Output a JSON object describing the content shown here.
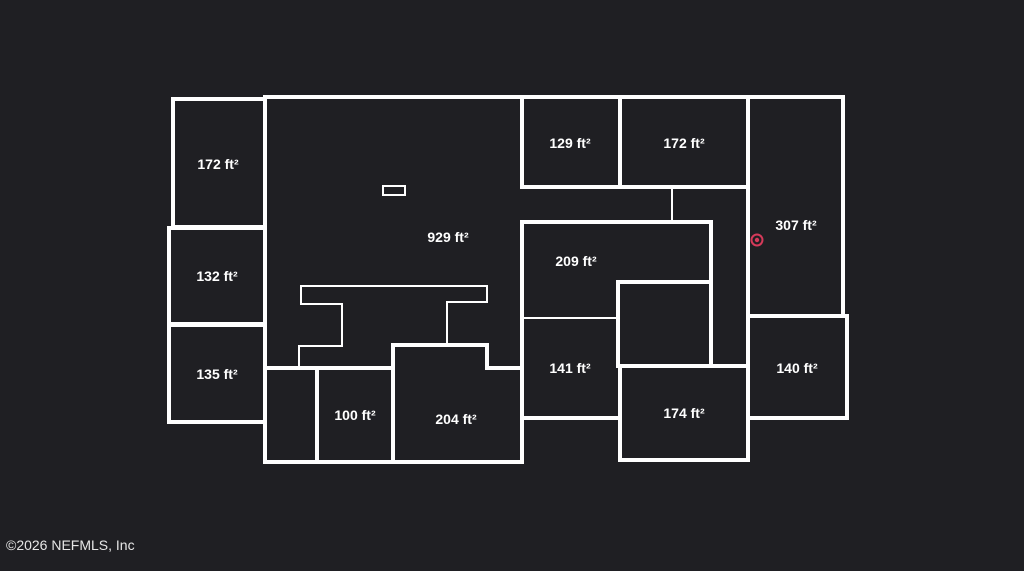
{
  "rooms": [
    {
      "id": "left-top",
      "area": "172 ft²"
    },
    {
      "id": "left-mid",
      "area": "132 ft²"
    },
    {
      "id": "left-bottom",
      "area": "135 ft²"
    },
    {
      "id": "great-room",
      "area": "929 ft²"
    },
    {
      "id": "top-mid-a",
      "area": "129 ft²"
    },
    {
      "id": "top-mid-b",
      "area": "172 ft²"
    },
    {
      "id": "right-tall",
      "area": "307 ft²"
    },
    {
      "id": "center",
      "area": "209 ft²"
    },
    {
      "id": "center-low",
      "area": "141 ft²"
    },
    {
      "id": "right-low",
      "area": "140 ft²"
    },
    {
      "id": "bottom-right",
      "area": "174 ft²"
    },
    {
      "id": "bottom-a",
      "area": "100 ft²"
    },
    {
      "id": "bottom-b",
      "area": "204 ft²"
    }
  ],
  "marker": {
    "icon": "location-marker-icon",
    "color": "#d63a5a"
  },
  "footer": {
    "copyright": "©2026 NEFMLS, Inc"
  },
  "colors": {
    "background": "#1f1f23",
    "wall": "#ffffff"
  }
}
